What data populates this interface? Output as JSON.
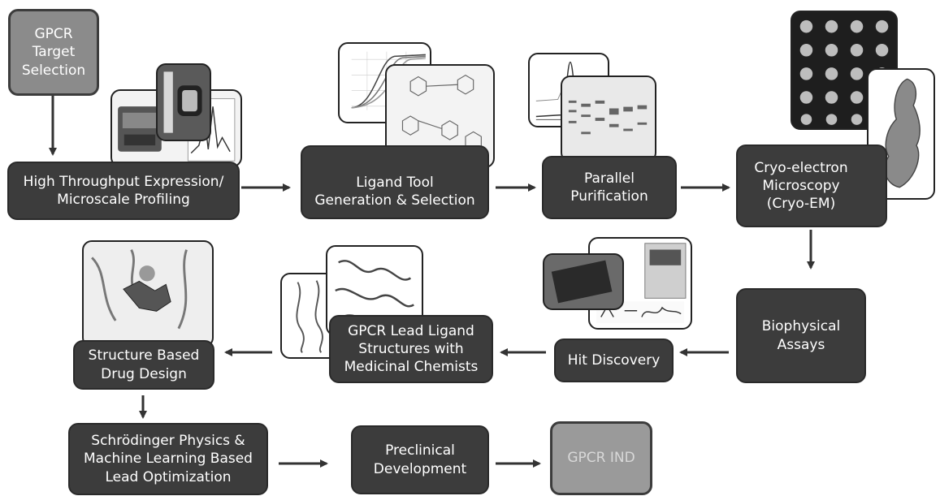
{
  "boxes": {
    "gpcr_target_selection": [
      "GPCR",
      "Target",
      "Selection"
    ],
    "high_throughput": [
      "High Throughput Expression/",
      "Microscale Profiling"
    ],
    "ligand_tool": [
      "Ligand Tool",
      "Generation & Selection"
    ],
    "parallel_purification": [
      "Parallel",
      "Purification"
    ],
    "cryo_em": [
      "Cryo-electron",
      "Microscopy",
      "(Cryo-EM)"
    ],
    "biophysical_assays": [
      "Biophysical",
      "Assays"
    ],
    "hit_discovery": [
      "Hit Discovery"
    ],
    "gpcr_lead_ligand": [
      "GPCR Lead Ligand",
      "Structures with",
      "Medicinal Chemists"
    ],
    "structure_based": [
      "Structure Based",
      "Drug Design"
    ],
    "schrodinger": [
      "Schrödinger Physics &",
      "Machine Learning Based",
      "Lead Optimization"
    ],
    "preclinical": [
      "Preclinical",
      "Development"
    ],
    "gpcr_ind": [
      "GPCR IND"
    ]
  },
  "colors": {
    "box_dark": "#3c3c3c",
    "box_target": "#8b8b8b",
    "box_ind": "#9a9a9a",
    "arrow": "#333333"
  }
}
